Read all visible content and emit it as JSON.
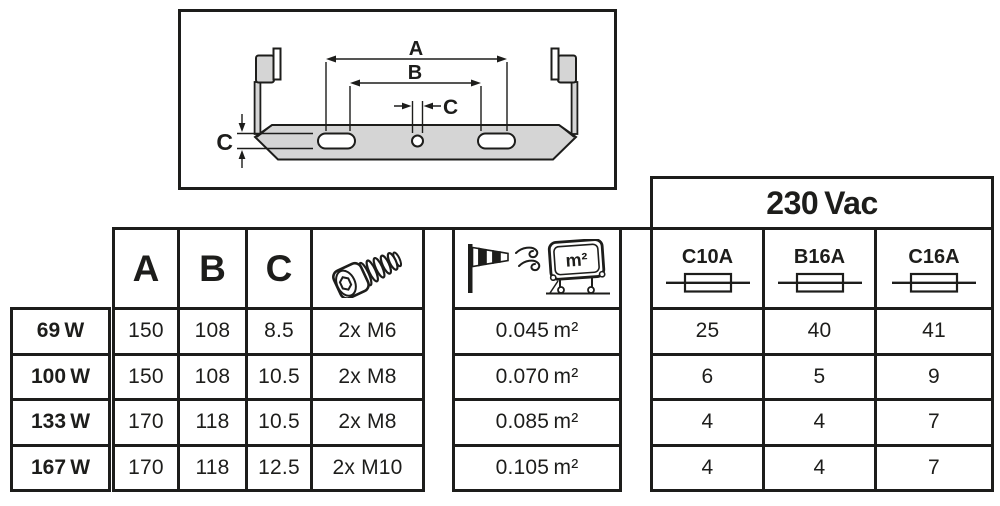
{
  "colors": {
    "ink": "#1d1d1b",
    "metal": "#d5d5d5"
  },
  "diagram": {
    "dim_a": "A",
    "dim_b": "B",
    "dim_c": "C",
    "dim_c_side": "C"
  },
  "table": {
    "dim_headers": [
      "A",
      "B",
      "C"
    ],
    "icons": {
      "screw": "socket-head-screw-icon",
      "wind": "windsock-wind-area-icon",
      "fuse": "fuse-icon"
    },
    "wind_box_label": "m²",
    "voltage": {
      "title": "230 Vac",
      "breakers": [
        "C10A",
        "B16A",
        "C16A"
      ]
    },
    "rows": [
      {
        "power": "69 W",
        "a": "150",
        "b": "108",
        "c": "8.5",
        "screw": "2x M6",
        "wind_area": "0.045 m²",
        "breaker_values": [
          "25",
          "40",
          "41"
        ]
      },
      {
        "power": "100 W",
        "a": "150",
        "b": "108",
        "c": "10.5",
        "screw": "2x M8",
        "wind_area": "0.070 m²",
        "breaker_values": [
          "6",
          "5",
          "9"
        ]
      },
      {
        "power": "133 W",
        "a": "170",
        "b": "118",
        "c": "10.5",
        "screw": "2x M8",
        "wind_area": "0.085 m²",
        "breaker_values": [
          "4",
          "4",
          "7"
        ]
      },
      {
        "power": "167 W",
        "a": "170",
        "b": "118",
        "c": "12.5",
        "screw": "2x M10",
        "wind_area": "0.105 m²",
        "breaker_values": [
          "4",
          "4",
          "7"
        ]
      }
    ]
  }
}
